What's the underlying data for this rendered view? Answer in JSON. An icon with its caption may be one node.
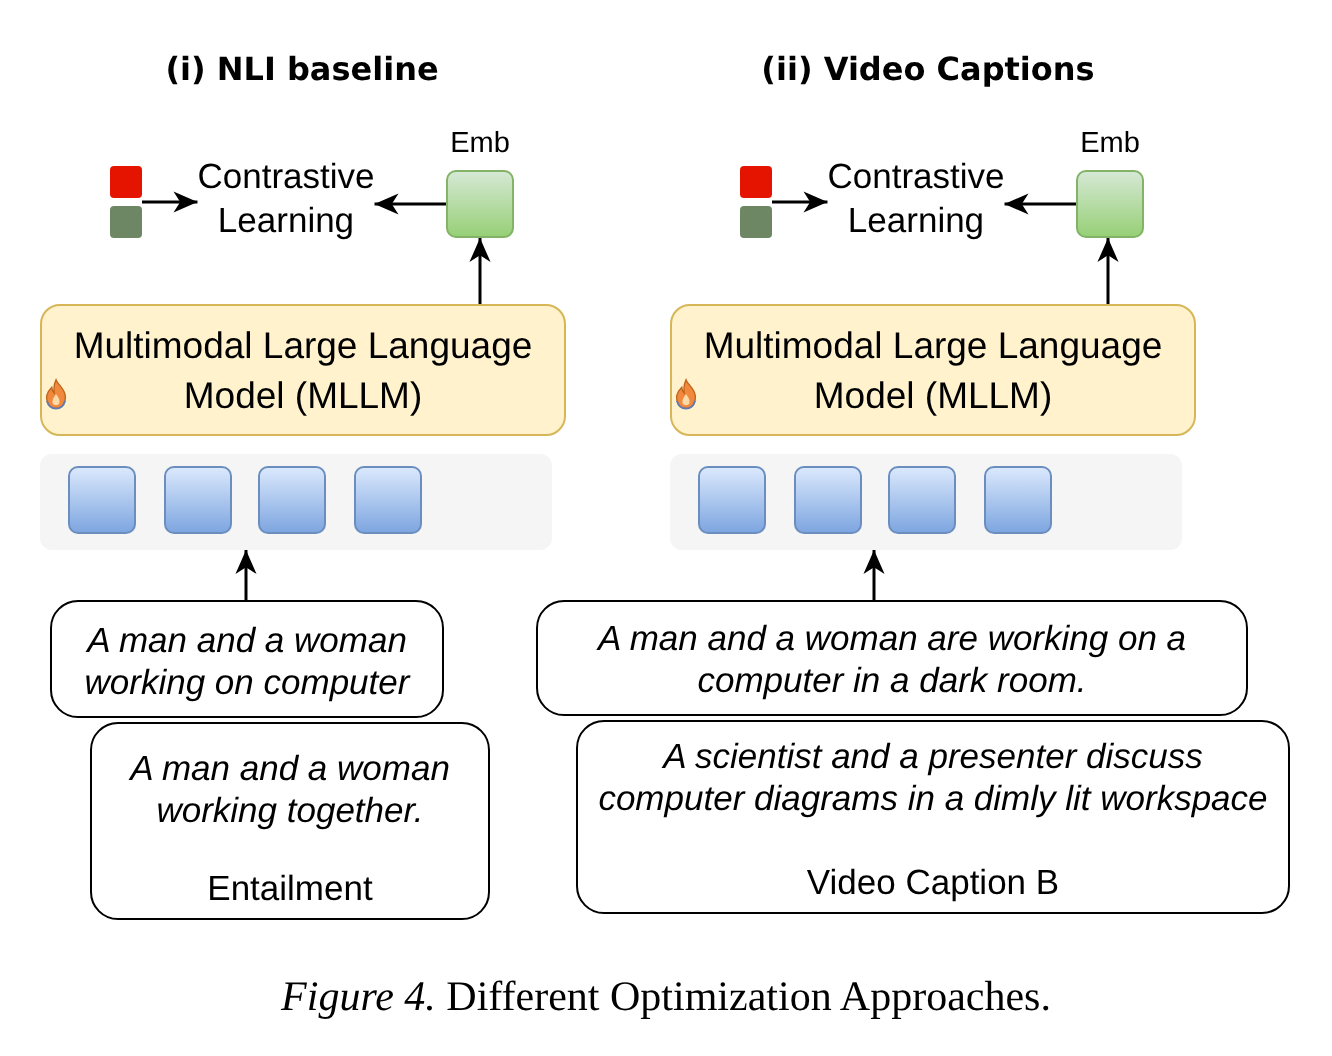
{
  "diagram": {
    "caption": "*Figure 4.* Different Optimization Approaches.",
    "nodes": [
      {
        "text": [],
        "shape": "box"
      },
      {
        "text": [],
        "shape": "box"
      },
      {
        "text": [
          "Contrastive Learning"
        ]
      },
      {
        "text": [
          "Emb"
        ]
      },
      {
        "text": [
          "Multimodal Large Language Model (MLLM)"
        ]
      },
      {
        "text": [],
        "shape": "box"
      },
      {
        "text": [],
        "shape": "box",
        "in": 5
      },
      {
        "text": [],
        "shape": "box",
        "in": 5
      },
      {
        "text": [],
        "shape": "box",
        "in": 5
      },
      {
        "text": [],
        "shape": "box",
        "in": 5
      },
      {
        "text": [
          "A man and a woman working on computer"
        ]
      },
      {
        "text": [
          "A man and a woman working together.",
          "Entailment"
        ]
      },
      {
        "text": [],
        "shape": "box"
      },
      {
        "text": [],
        "shape": "box"
      },
      {
        "text": [
          "Contrastive Learning"
        ]
      },
      {
        "text": [
          "Emb"
        ]
      },
      {
        "text": [
          "Multimodal Large Language Model (MLLM)"
        ]
      },
      {
        "text": [],
        "shape": "box"
      },
      {
        "text": [],
        "shape": "box",
        "in": 17
      },
      {
        "text": [],
        "shape": "box",
        "in": 17
      },
      {
        "text": [],
        "shape": "box",
        "in": 17
      },
      {
        "text": [],
        "shape": "box",
        "in": 17
      },
      {
        "text": [
          "A man and a woman are working on a computer in a dark room."
        ]
      },
      {
        "text": [
          "A scientist and a presenter discuss computer diagrams in a dimly lit workspace",
          "Video Caption B"
        ]
      }
    ],
    "edges": [
      {
        "from": 0,
        "to": 2,
        "arrow": "to"
      },
      {
        "from": 1,
        "to": 2,
        "arrow": "to"
      },
      {
        "from": 3,
        "to": 2,
        "arrow": "to"
      },
      {
        "from": 4,
        "to": 3,
        "arrow": "to"
      },
      {
        "from": 10,
        "to": 5,
        "arrow": "to"
      },
      {
        "from": 12,
        "to": 14,
        "arrow": "to"
      },
      {
        "from": 13,
        "to": 14,
        "arrow": "to"
      },
      {
        "from": 15,
        "to": 14,
        "arrow": "to"
      },
      {
        "from": 16,
        "to": 15,
        "arrow": "to"
      },
      {
        "from": 22,
        "to": 17,
        "arrow": "to"
      }
    ],
    "labels": [
      "(i) NLI baseline",
      "(ii) Video Captions"
    ]
  }
}
